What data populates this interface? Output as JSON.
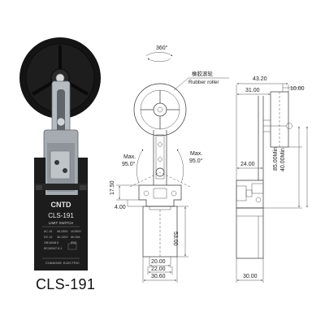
{
  "product": {
    "model_caption": "CLS-191"
  },
  "photo": {
    "brand": "CNTD",
    "model": "CLS-191",
    "type": "LIMIT SWITCH",
    "specs": [
      "AC-15",
      "DC-13",
      "Ui:250V",
      "4A 250V",
      "3A 120V",
      "Ith:10A",
      "IP65",
      "GB14048.5",
      "IEC60947-5-1"
    ],
    "maker_left": "CHANGDE",
    "maker_right": "ELECTRIC"
  },
  "drawing": {
    "rotation_label": "360°",
    "rubber_roller_cn": "橡胶滚轮",
    "rubber_roller_en": "Rubber roller",
    "max_left_label": "Max.",
    "max_left_value": "95.0°",
    "max_right_label": "Max.",
    "max_right_value": "95.0°",
    "dims": {
      "d_17_50": "17.50",
      "d_4_00": "4.00",
      "d_53_00": "53.00",
      "d_20_00": "20.00",
      "d_22_00": "22.00",
      "d_30_60": "30.60",
      "d_43_20": "43.20",
      "d_10_00": "10.00",
      "d_31_00": "31.00",
      "d_24_00": "24.00",
      "d_85_00min": "85.00Min",
      "d_40_00min": "40.00Min",
      "d_30_00": "30.00"
    }
  },
  "colors": {
    "switch_body": "#1c1c1c",
    "metal_bracket": "#9aa0a6",
    "roller": "#141414",
    "line": "#333333"
  }
}
